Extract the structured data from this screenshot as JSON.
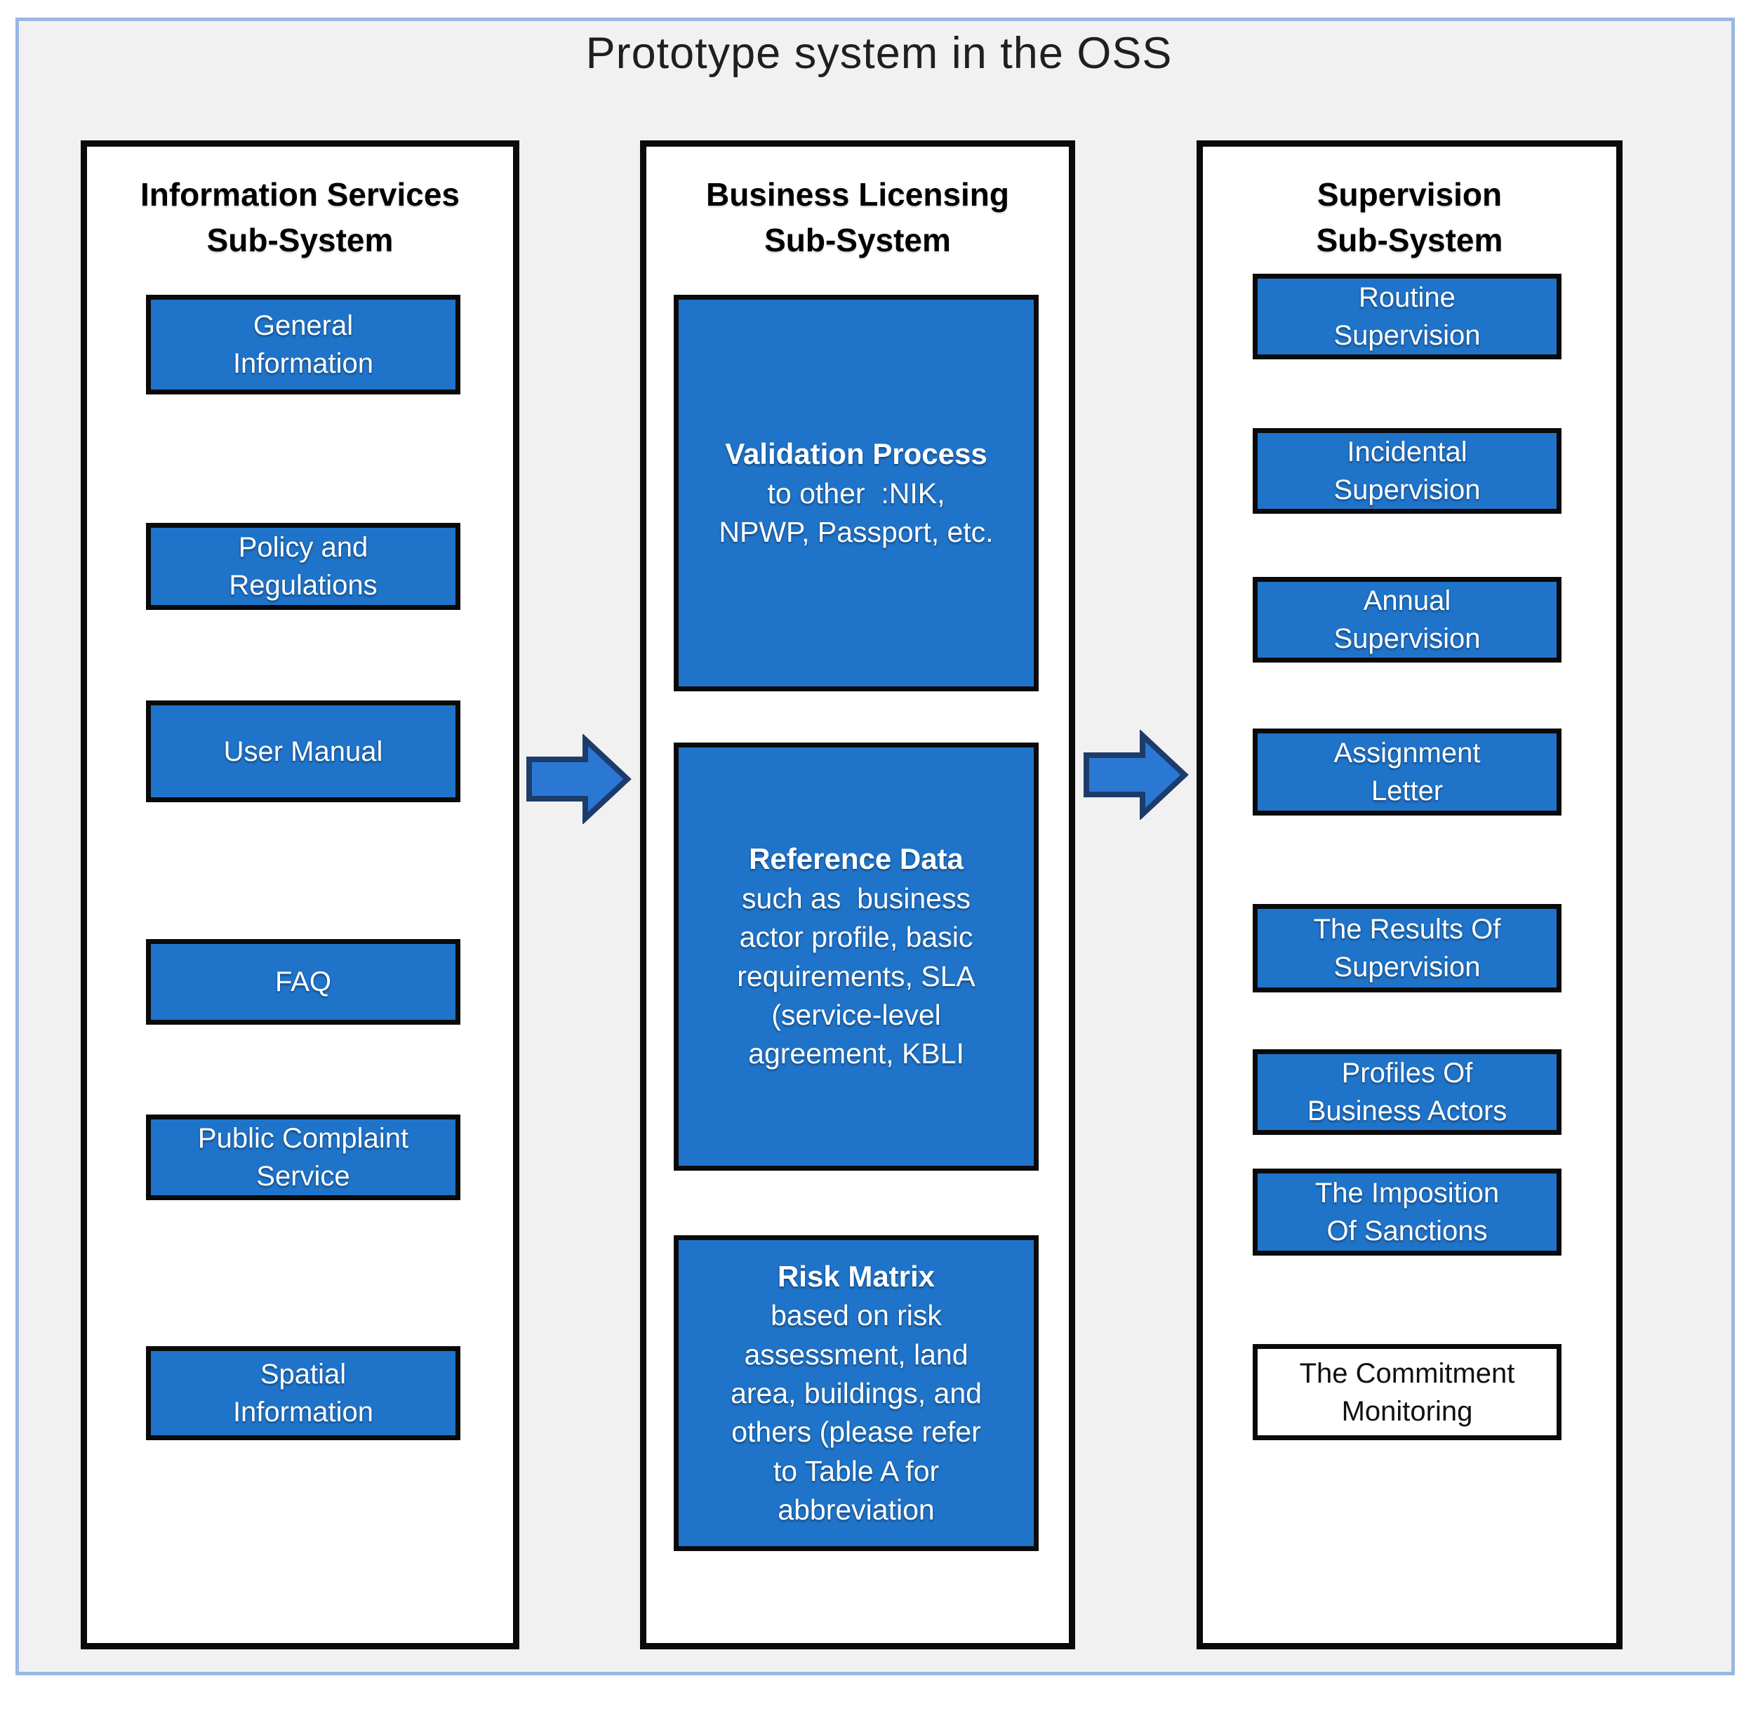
{
  "title": "Prototype system in the OSS",
  "columns": [
    {
      "header": "Information Services\nSub-System",
      "boxes": [
        {
          "label": "General\nInformation"
        },
        {
          "label": "Policy and\nRegulations"
        },
        {
          "label": "User Manual"
        },
        {
          "label": "FAQ"
        },
        {
          "label": "Public Complaint\nService"
        },
        {
          "label": "Spatial\nInformation"
        }
      ]
    },
    {
      "header": "Business Licensing\nSub-System",
      "boxes": [
        {
          "title": "Validation Process",
          "body": "to other  :NIK,\nNPWP, Passport, etc."
        },
        {
          "title": "Reference Data",
          "body": "such as  business\nactor profile, basic\nrequirements, SLA\n(service-level\nagreement, KBLI"
        },
        {
          "title": "Risk Matrix",
          "body": "based on risk\nassessment, land\narea, buildings, and\nothers (please refer\nto Table A for\nabbreviation"
        }
      ]
    },
    {
      "header": "Supervision\nSub-System",
      "boxes": [
        {
          "label": "Routine\nSupervision"
        },
        {
          "label": "Incidental\nSupervision"
        },
        {
          "label": "Annual\nSupervision"
        },
        {
          "label": "Assignment\nLetter"
        },
        {
          "label": "The Results Of\nSupervision"
        },
        {
          "label": "Profiles Of\nBusiness Actors"
        },
        {
          "label": "The Imposition\nOf Sanctions"
        },
        {
          "label": "The Commitment\nMonitoring",
          "variant": "white"
        }
      ]
    }
  ],
  "arrows": [
    {
      "name": "flow-arrow-1",
      "direction": "right"
    },
    {
      "name": "flow-arrow-2",
      "direction": "right"
    }
  ],
  "colors": {
    "box_blue": "#1f74ca",
    "box_border": "#0a0a0a",
    "frame_border": "#9ab7e4",
    "frame_bg": "#f1f1f2",
    "arrow_fill": "#2b78d4",
    "arrow_stroke": "#1d3c6b",
    "white_box_bg": "#ffffff"
  }
}
